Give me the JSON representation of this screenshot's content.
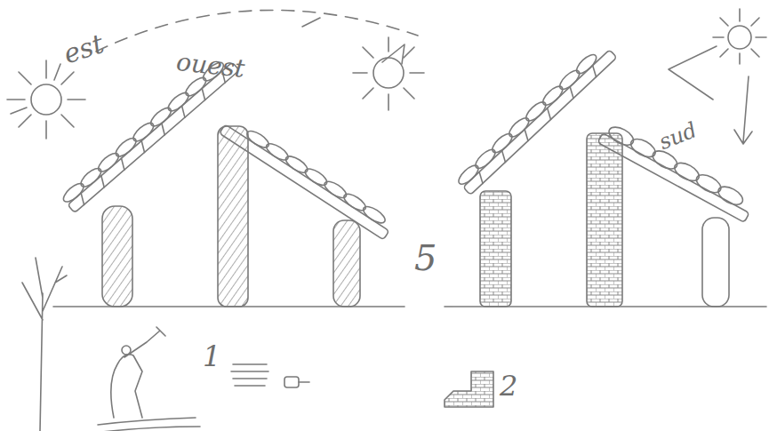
{
  "diagram": {
    "labels": [
      "est",
      "ouest",
      "sud",
      "5",
      "1",
      "2"
    ]
  }
}
